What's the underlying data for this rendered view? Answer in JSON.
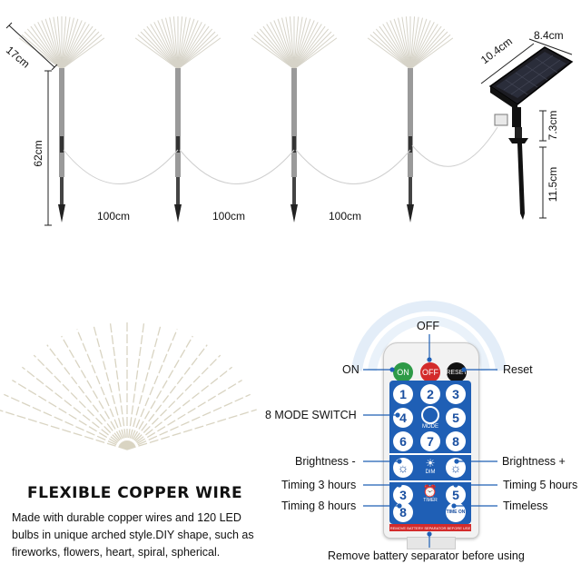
{
  "dimensions": {
    "fan_width": "17cm",
    "stake_height": "62cm",
    "spacing_1": "100cm",
    "spacing_2": "100cm",
    "spacing_3": "100cm",
    "panel_length": "10.4cm",
    "panel_width": "8.4cm",
    "bracket_height": "7.3cm",
    "panel_stake_height": "11.5cm"
  },
  "feature": {
    "title": "FLEXIBLE COPPER WIRE",
    "description": "Made with durable copper wires and 120 LED bulbs in unique arched style.DIY shape, such as fireworks, flowers, heart, spiral, spherical."
  },
  "remote": {
    "labels": {
      "off": "OFF",
      "on": "ON",
      "reset": "Reset",
      "mode_switch": "8 MODE SWITCH",
      "brightness_down": "Brightness -",
      "brightness_up": "Brightness +",
      "timing_3": "Timing 3 hours",
      "timing_5": "Timing 5 hours",
      "timing_8": "Timing 8 hours",
      "timeless": "Timeless",
      "battery_note": "Remove battery separator before using"
    },
    "buttons": {
      "on": "ON",
      "off": "OFF",
      "reset": "RESET",
      "mode": "MODE",
      "dim": "DIM",
      "timer": "TIMER",
      "time_on": "TIME ON",
      "numbers": [
        "1",
        "2",
        "3",
        "4",
        "5",
        "6",
        "7",
        "8"
      ],
      "timer_3": "3",
      "timer_5": "5",
      "timer_8": "8"
    },
    "strip_text": "REMOVE BATTERY SEPARATOR BEFORE USE"
  },
  "colors": {
    "remote_body": "#f3f3f3",
    "keypad_blue": "#1f5fb5",
    "on_green": "#2e9a47",
    "off_red": "#d32b2b",
    "reset_black": "#111111",
    "callout_line": "#1f5fb5"
  }
}
